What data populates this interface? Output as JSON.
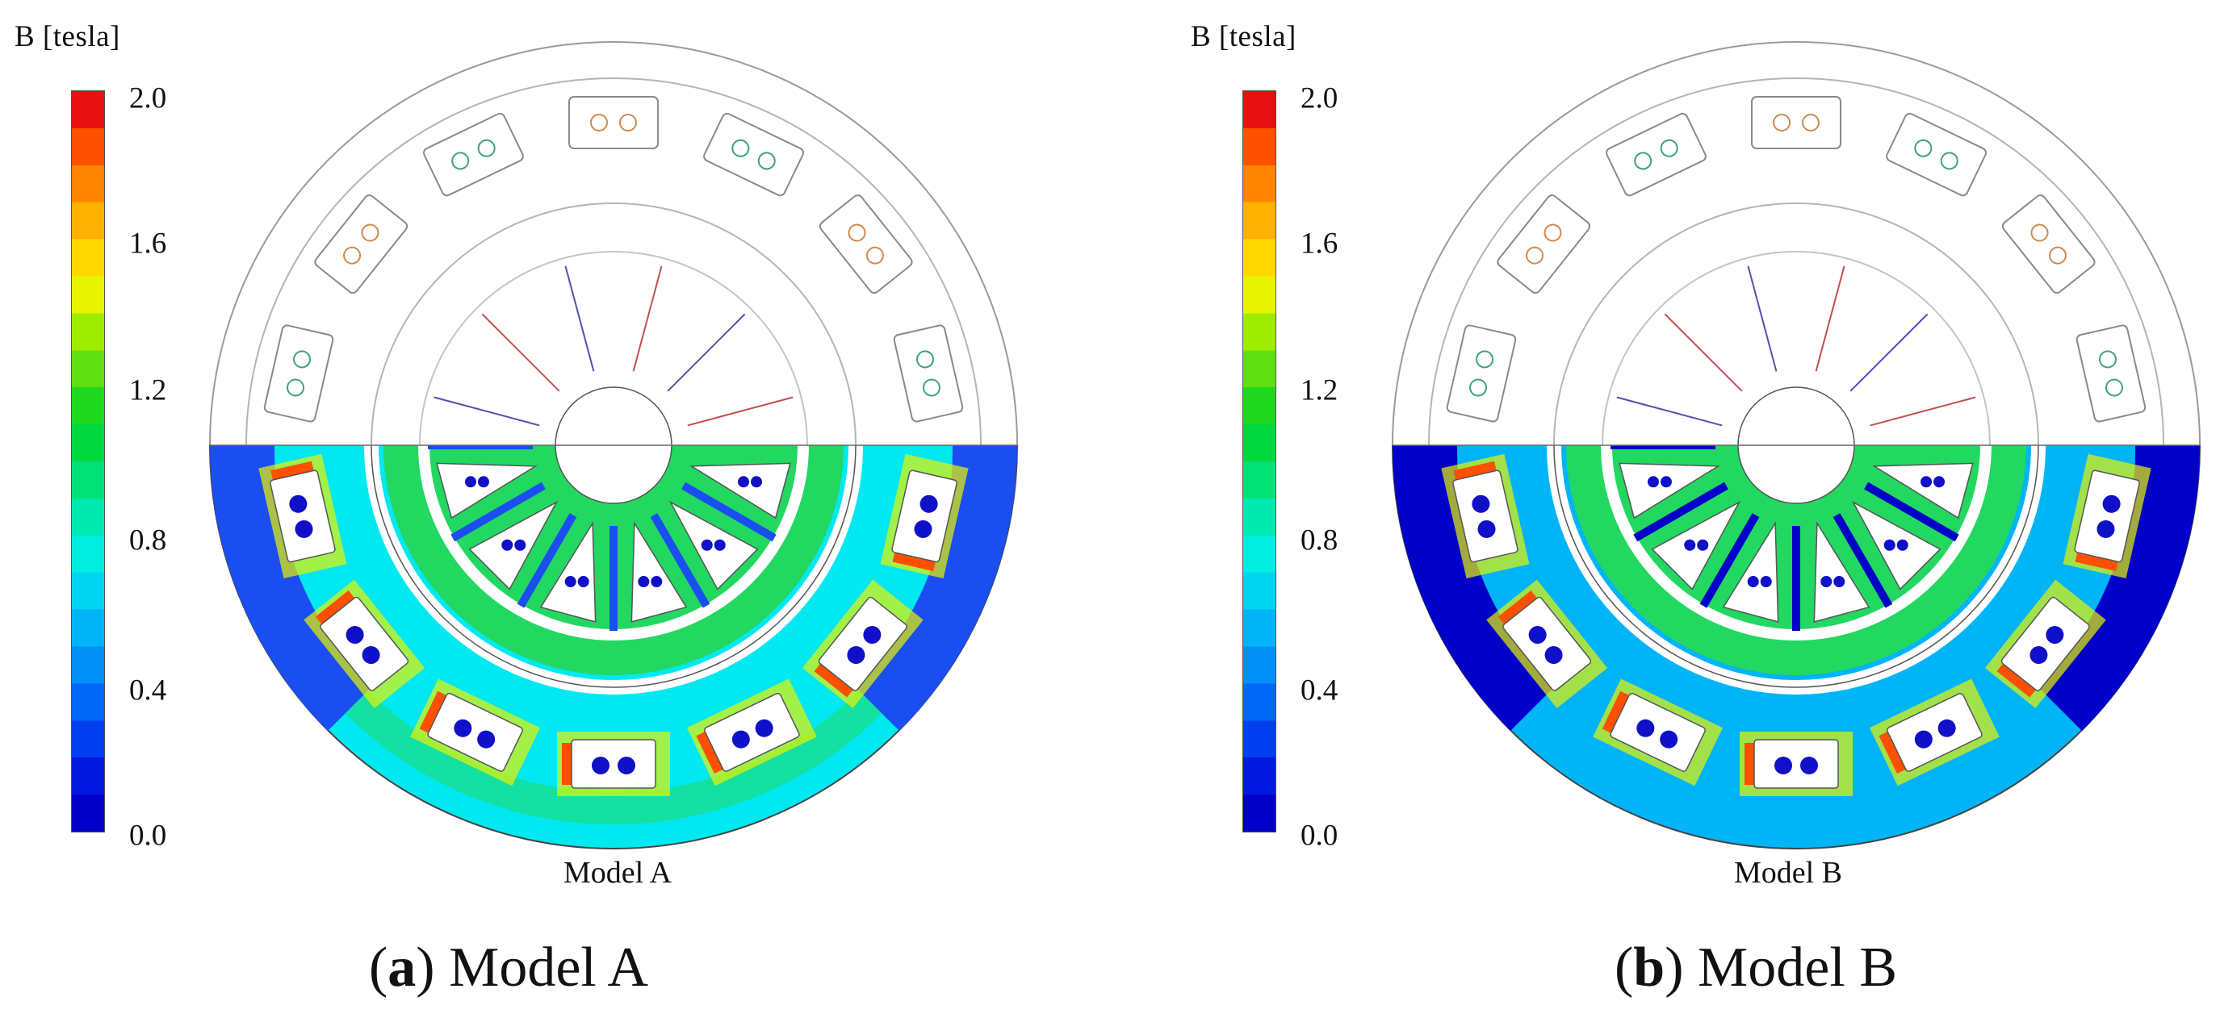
{
  "colorbar": {
    "title": "B [tesla]",
    "ticks": [
      "2.0",
      "1.6",
      "1.2",
      "0.8",
      "0.4",
      "0.0"
    ],
    "min": 0.0,
    "max": 2.0,
    "bands": [
      "#0000c8",
      "#0018e0",
      "#0040f0",
      "#0066f5",
      "#0090f8",
      "#00b4f8",
      "#00d6f0",
      "#00eee0",
      "#00eab0",
      "#00e278",
      "#00d840",
      "#20d820",
      "#60e010",
      "#a0ec00",
      "#e8f400",
      "#ffd800",
      "#ffb000",
      "#ff8400",
      "#ff5000",
      "#e81010"
    ]
  },
  "panels": [
    {
      "id": "a",
      "model_label": "Model A",
      "caption_letter": "a",
      "caption_text": "Model A",
      "field_colors": [
        "#00e8f0",
        "#22d860",
        "#1a4ef0",
        "#e8f400",
        "#ff5000"
      ]
    },
    {
      "id": "b",
      "model_label": "Model B",
      "caption_letter": "b",
      "caption_text": "Model B",
      "field_colors": [
        "#00b4f8",
        "#22d860",
        "#0000c8",
        "#e8f400",
        "#ff5000"
      ]
    }
  ]
}
